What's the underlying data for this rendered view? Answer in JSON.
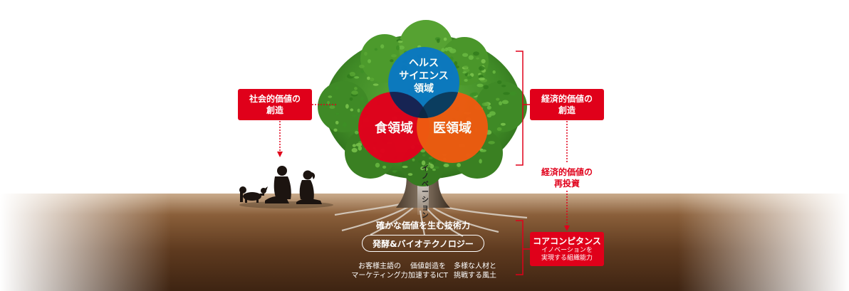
{
  "domains": {
    "health": [
      "ヘルス",
      "サイエンス",
      "領域"
    ],
    "food": "食領域",
    "medical": "医領域"
  },
  "social_value": [
    "社会的価値の",
    "創造"
  ],
  "economic_value": [
    "経済的価値の",
    "創造"
  ],
  "reinvestment": [
    "経済的価値の",
    "再投資"
  ],
  "core_competence": {
    "title": "コアコンピタンス",
    "subtitle": [
      "イノベーションを",
      "実現する組織能力"
    ]
  },
  "innovation": "イノベーション",
  "technology": {
    "heading": "確かな価値を生む技術力",
    "pill": "発酵&バイオテクノロジー"
  },
  "strengths": [
    [
      "お客様主語の",
      "マーケティング力"
    ],
    [
      "価値創造を",
      "加速するICT"
    ],
    [
      "多様な人材と",
      "挑戦する風土"
    ]
  ],
  "colors": {
    "red": "#e0001a",
    "health_blue": "#0a78c2",
    "food_red": "#e2001c",
    "medical_orange": "#ee5a10",
    "leaf_green": "#4e9a2c"
  }
}
